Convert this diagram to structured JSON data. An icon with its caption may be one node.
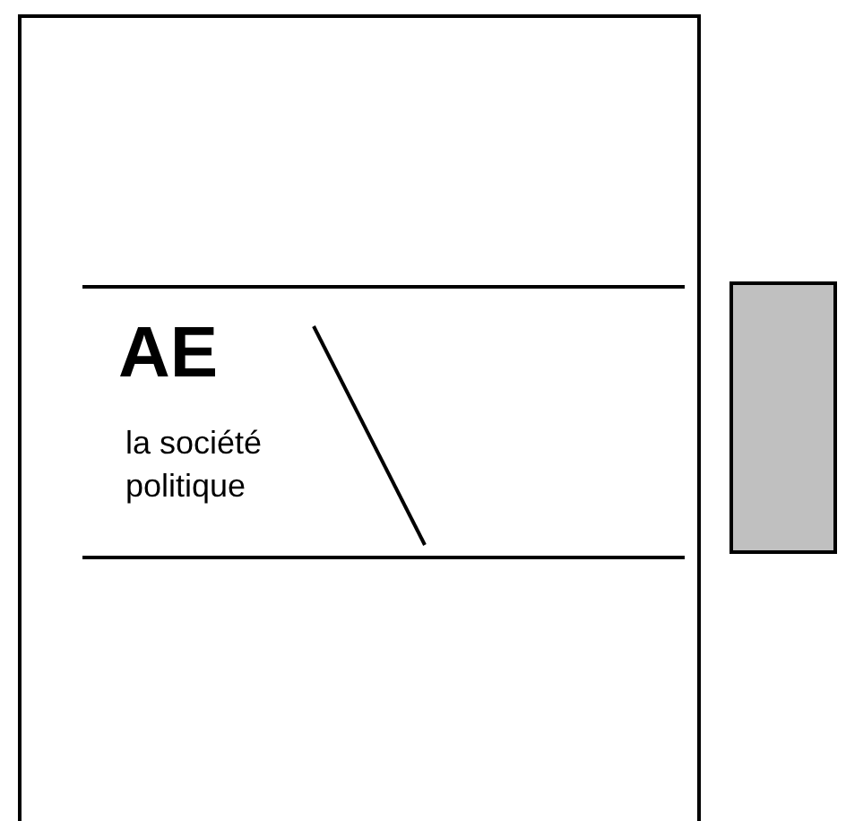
{
  "diagram": {
    "nodes": [
      {
        "text": [],
        "shape": "box"
      },
      {
        "text": [
          "AE",
          "la société politique"
        ],
        "in": 0
      },
      {
        "text": [],
        "shape": "box"
      }
    ]
  }
}
